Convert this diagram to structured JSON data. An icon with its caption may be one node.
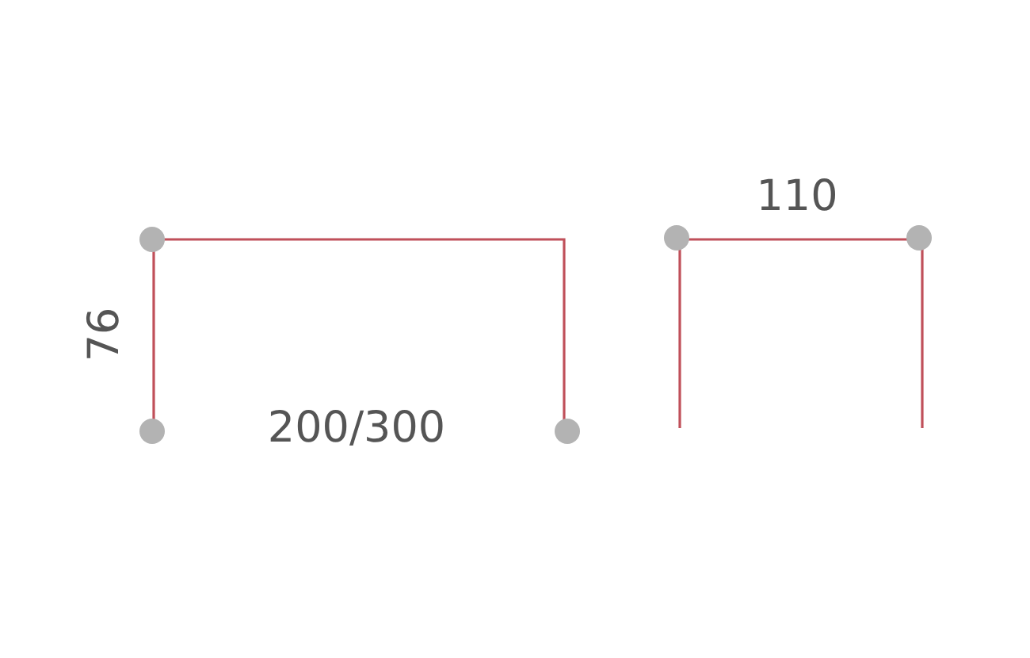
{
  "diagram": {
    "labels": [
      "76",
      "200/300",
      "110"
    ]
  }
}
